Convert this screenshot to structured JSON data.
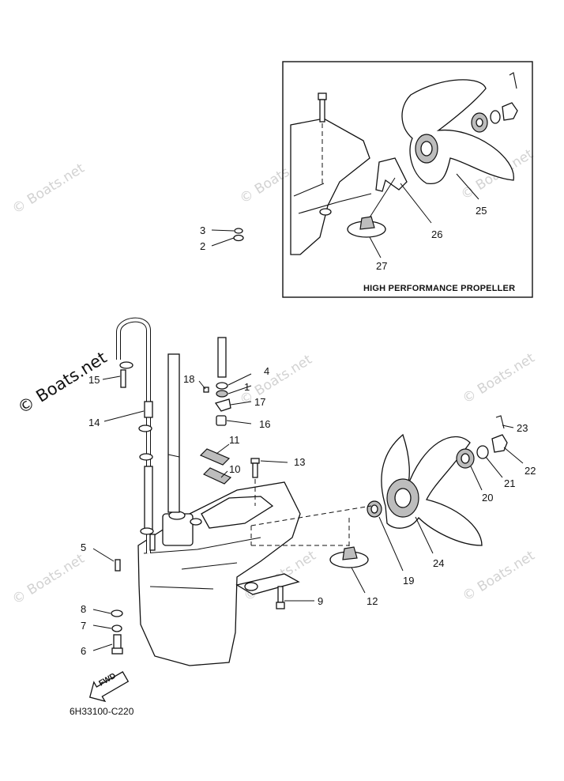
{
  "watermark": {
    "text": "© Boats.net"
  },
  "inset": {
    "caption": "HIGH PERFORMANCE PROPELLER"
  },
  "diagram_code": "6H33100-C220",
  "fwd_label": "FWD",
  "callouts": [
    {
      "id": "c1",
      "text": "1"
    },
    {
      "id": "c2",
      "text": "2"
    },
    {
      "id": "c3",
      "text": "3"
    },
    {
      "id": "c4",
      "text": "4"
    },
    {
      "id": "c5",
      "text": "5"
    },
    {
      "id": "c6",
      "text": "6"
    },
    {
      "id": "c7",
      "text": "7"
    },
    {
      "id": "c8",
      "text": "8"
    },
    {
      "id": "c9",
      "text": "9"
    },
    {
      "id": "c10",
      "text": "10"
    },
    {
      "id": "c11",
      "text": "11"
    },
    {
      "id": "c12",
      "text": "12"
    },
    {
      "id": "c13",
      "text": "13"
    },
    {
      "id": "c14",
      "text": "14"
    },
    {
      "id": "c15",
      "text": "15"
    },
    {
      "id": "c16",
      "text": "16"
    },
    {
      "id": "c17",
      "text": "17"
    },
    {
      "id": "c18",
      "text": "18"
    },
    {
      "id": "c19",
      "text": "19"
    },
    {
      "id": "c20",
      "text": "20"
    },
    {
      "id": "c21",
      "text": "21"
    },
    {
      "id": "c22",
      "text": "22"
    },
    {
      "id": "c23",
      "text": "23"
    },
    {
      "id": "c24",
      "text": "24"
    },
    {
      "id": "c25",
      "text": "25"
    },
    {
      "id": "c26",
      "text": "26"
    },
    {
      "id": "c27",
      "text": "27"
    }
  ]
}
